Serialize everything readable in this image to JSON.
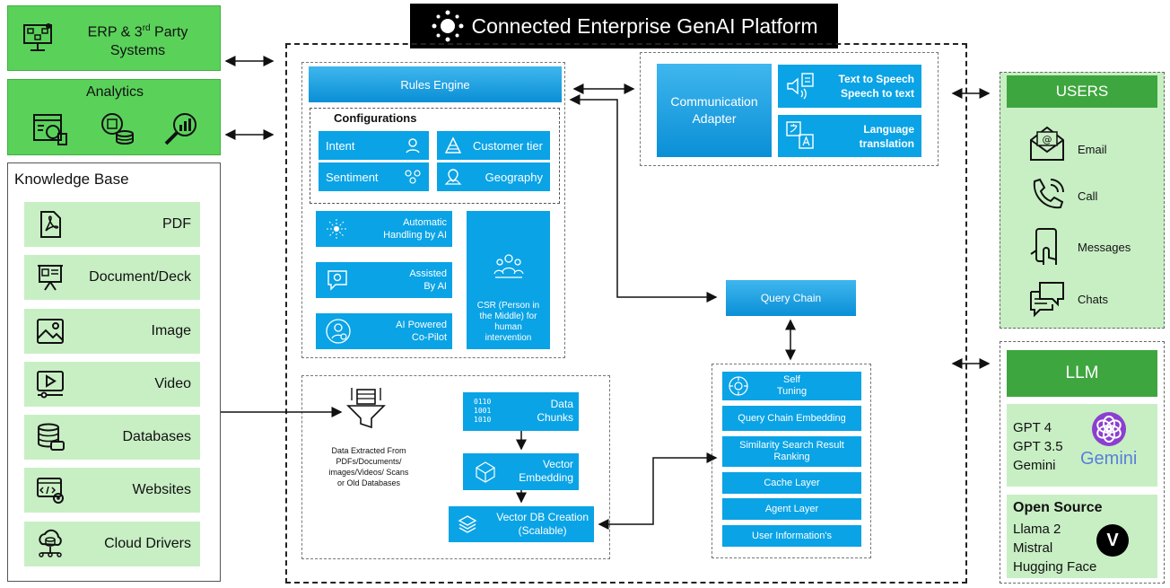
{
  "title": "Connected Enterprise GenAI Platform",
  "left": {
    "erp_line1": "ERP & 3",
    "erp_sup": "rd",
    "erp_line1b": " Party",
    "erp_line2": "Systems",
    "analytics": "Analytics",
    "kb_title": "Knowledge Base",
    "kb_items": [
      "PDF",
      "Document/Deck",
      "Image",
      "Video",
      "Databases",
      "Websites",
      "Cloud Drivers"
    ]
  },
  "center": {
    "rules_engine": "Rules Engine",
    "configurations": "Configurations",
    "cfg": [
      "Intent",
      "Customer tier",
      "Sentiment",
      "Geography"
    ],
    "ai_boxes": [
      {
        "l1": "Automatic",
        "l2": "Handling by AI"
      },
      {
        "l1": "Assisted",
        "l2": "By AI"
      },
      {
        "l1": "AI Powered",
        "l2": "Co-Pilot"
      }
    ],
    "csr": [
      "CSR (Person in",
      "the Middle) for",
      "human",
      "intervention"
    ],
    "comm_adapter": [
      "Communication",
      "Adapter"
    ],
    "tts": [
      "Text to Speech",
      "Speech to text"
    ],
    "lang": [
      "Language",
      "translation"
    ],
    "query_chain": "Query Chain",
    "data_extracted": [
      "Data Extracted From",
      "PDFs/Documents/",
      "images/Videos/ Scans",
      "or Old Databases"
    ],
    "data_chunks": [
      "Data",
      "Chunks"
    ],
    "binary": [
      "0110",
      "1001",
      "1010"
    ],
    "vector_embedding": [
      "Vector",
      "Embedding"
    ],
    "vector_db": [
      "Vector DB Creation",
      "(Scalable)"
    ],
    "stack": [
      [
        "Self",
        "Tuning"
      ],
      [
        "Query Chain Embedding"
      ],
      [
        "Similarity Search Result",
        "Ranking"
      ],
      [
        "Cache Layer"
      ],
      [
        "Agent Layer"
      ],
      [
        "User Information's"
      ]
    ]
  },
  "right": {
    "users": "USERS",
    "user_items": [
      "Email",
      "Call",
      "Messages",
      "Chats"
    ],
    "llm": "LLM",
    "gpt": [
      "GPT 4",
      "GPT 3.5",
      "Gemini"
    ],
    "gemini_logo": "Gemini",
    "open_source": "Open Source",
    "os_items": [
      "Llama 2",
      "Mistral",
      "Hugging Face"
    ],
    "v_logo": "V"
  },
  "colors": {
    "green": "#5ad25a",
    "light_green": "#c8efc4",
    "blue": "#0aa3e6",
    "black": "#000000"
  }
}
